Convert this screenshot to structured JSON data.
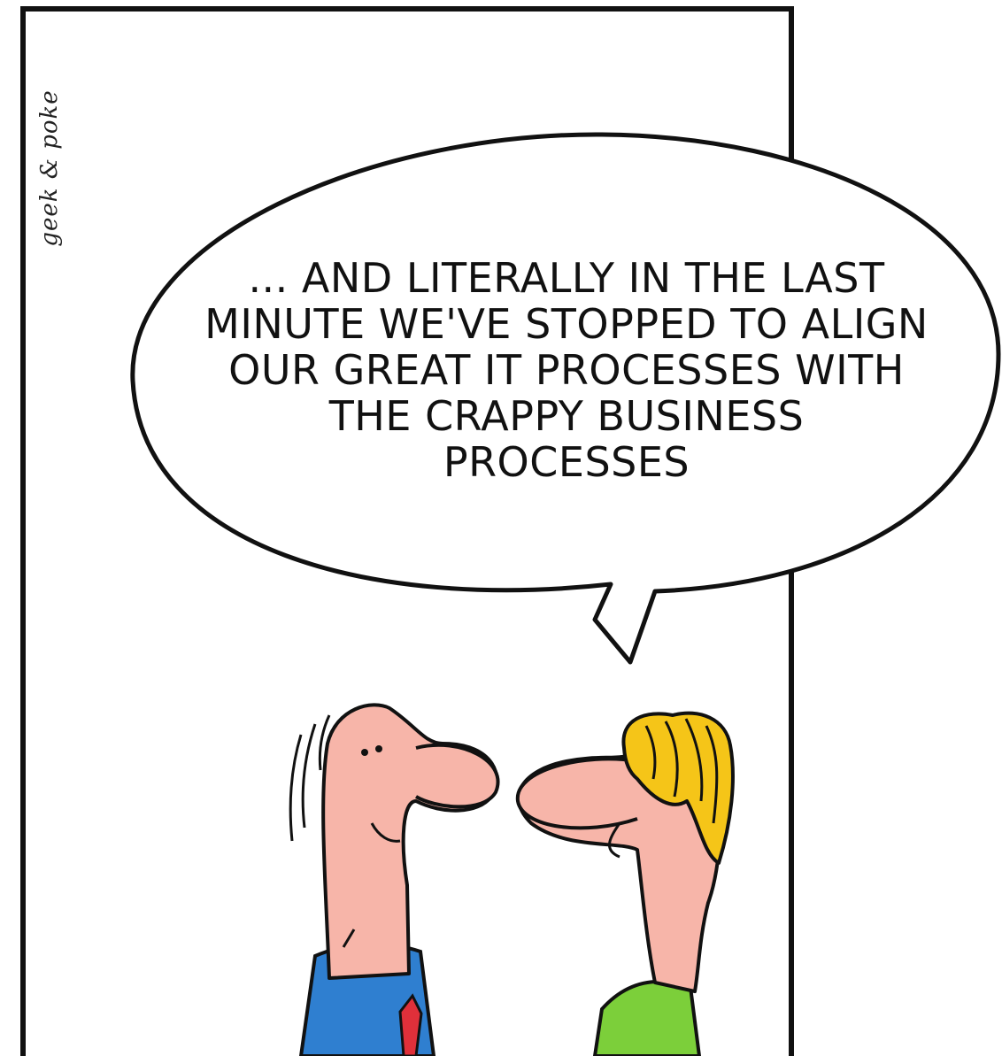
{
  "comic": {
    "signature": "geek & poke",
    "speech_lines": [
      "... AND LITERALLY IN THE LAST",
      "MINUTE WE'VE STOPPED TO ALIGN",
      "OUR GREAT IT PROCESSES WITH",
      "THE CRAPPY BUSINESS",
      "PROCESSES"
    ]
  },
  "colors": {
    "skin": "#f7b5a9",
    "hair": "#f5c518",
    "shirt_left": "#2f7fd0",
    "shirt_right": "#7ccf3a",
    "tie": "#e0303a",
    "outline": "#111111"
  }
}
